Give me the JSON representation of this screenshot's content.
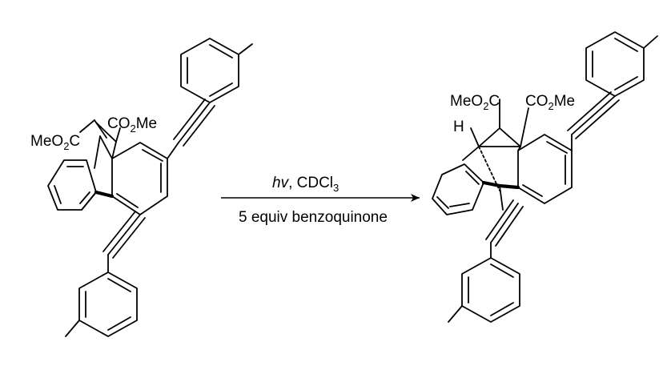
{
  "reactant": {
    "ester_left": {
      "main": "MeO",
      "sub": "2",
      "tail": "C"
    },
    "ester_right": {
      "main": "CO",
      "sub": "2",
      "tail": "Me"
    }
  },
  "arrow": {
    "conditions_italic": "hv",
    "conditions_rest": ", CDCl",
    "conditions_sub": "3",
    "reagent": "5 equiv benzoquinone"
  },
  "product": {
    "ester_left": {
      "main": "MeO",
      "sub": "2",
      "tail": "C"
    },
    "ester_right": {
      "main": "CO",
      "sub": "2",
      "tail": "Me"
    },
    "hydrogen": "H"
  }
}
